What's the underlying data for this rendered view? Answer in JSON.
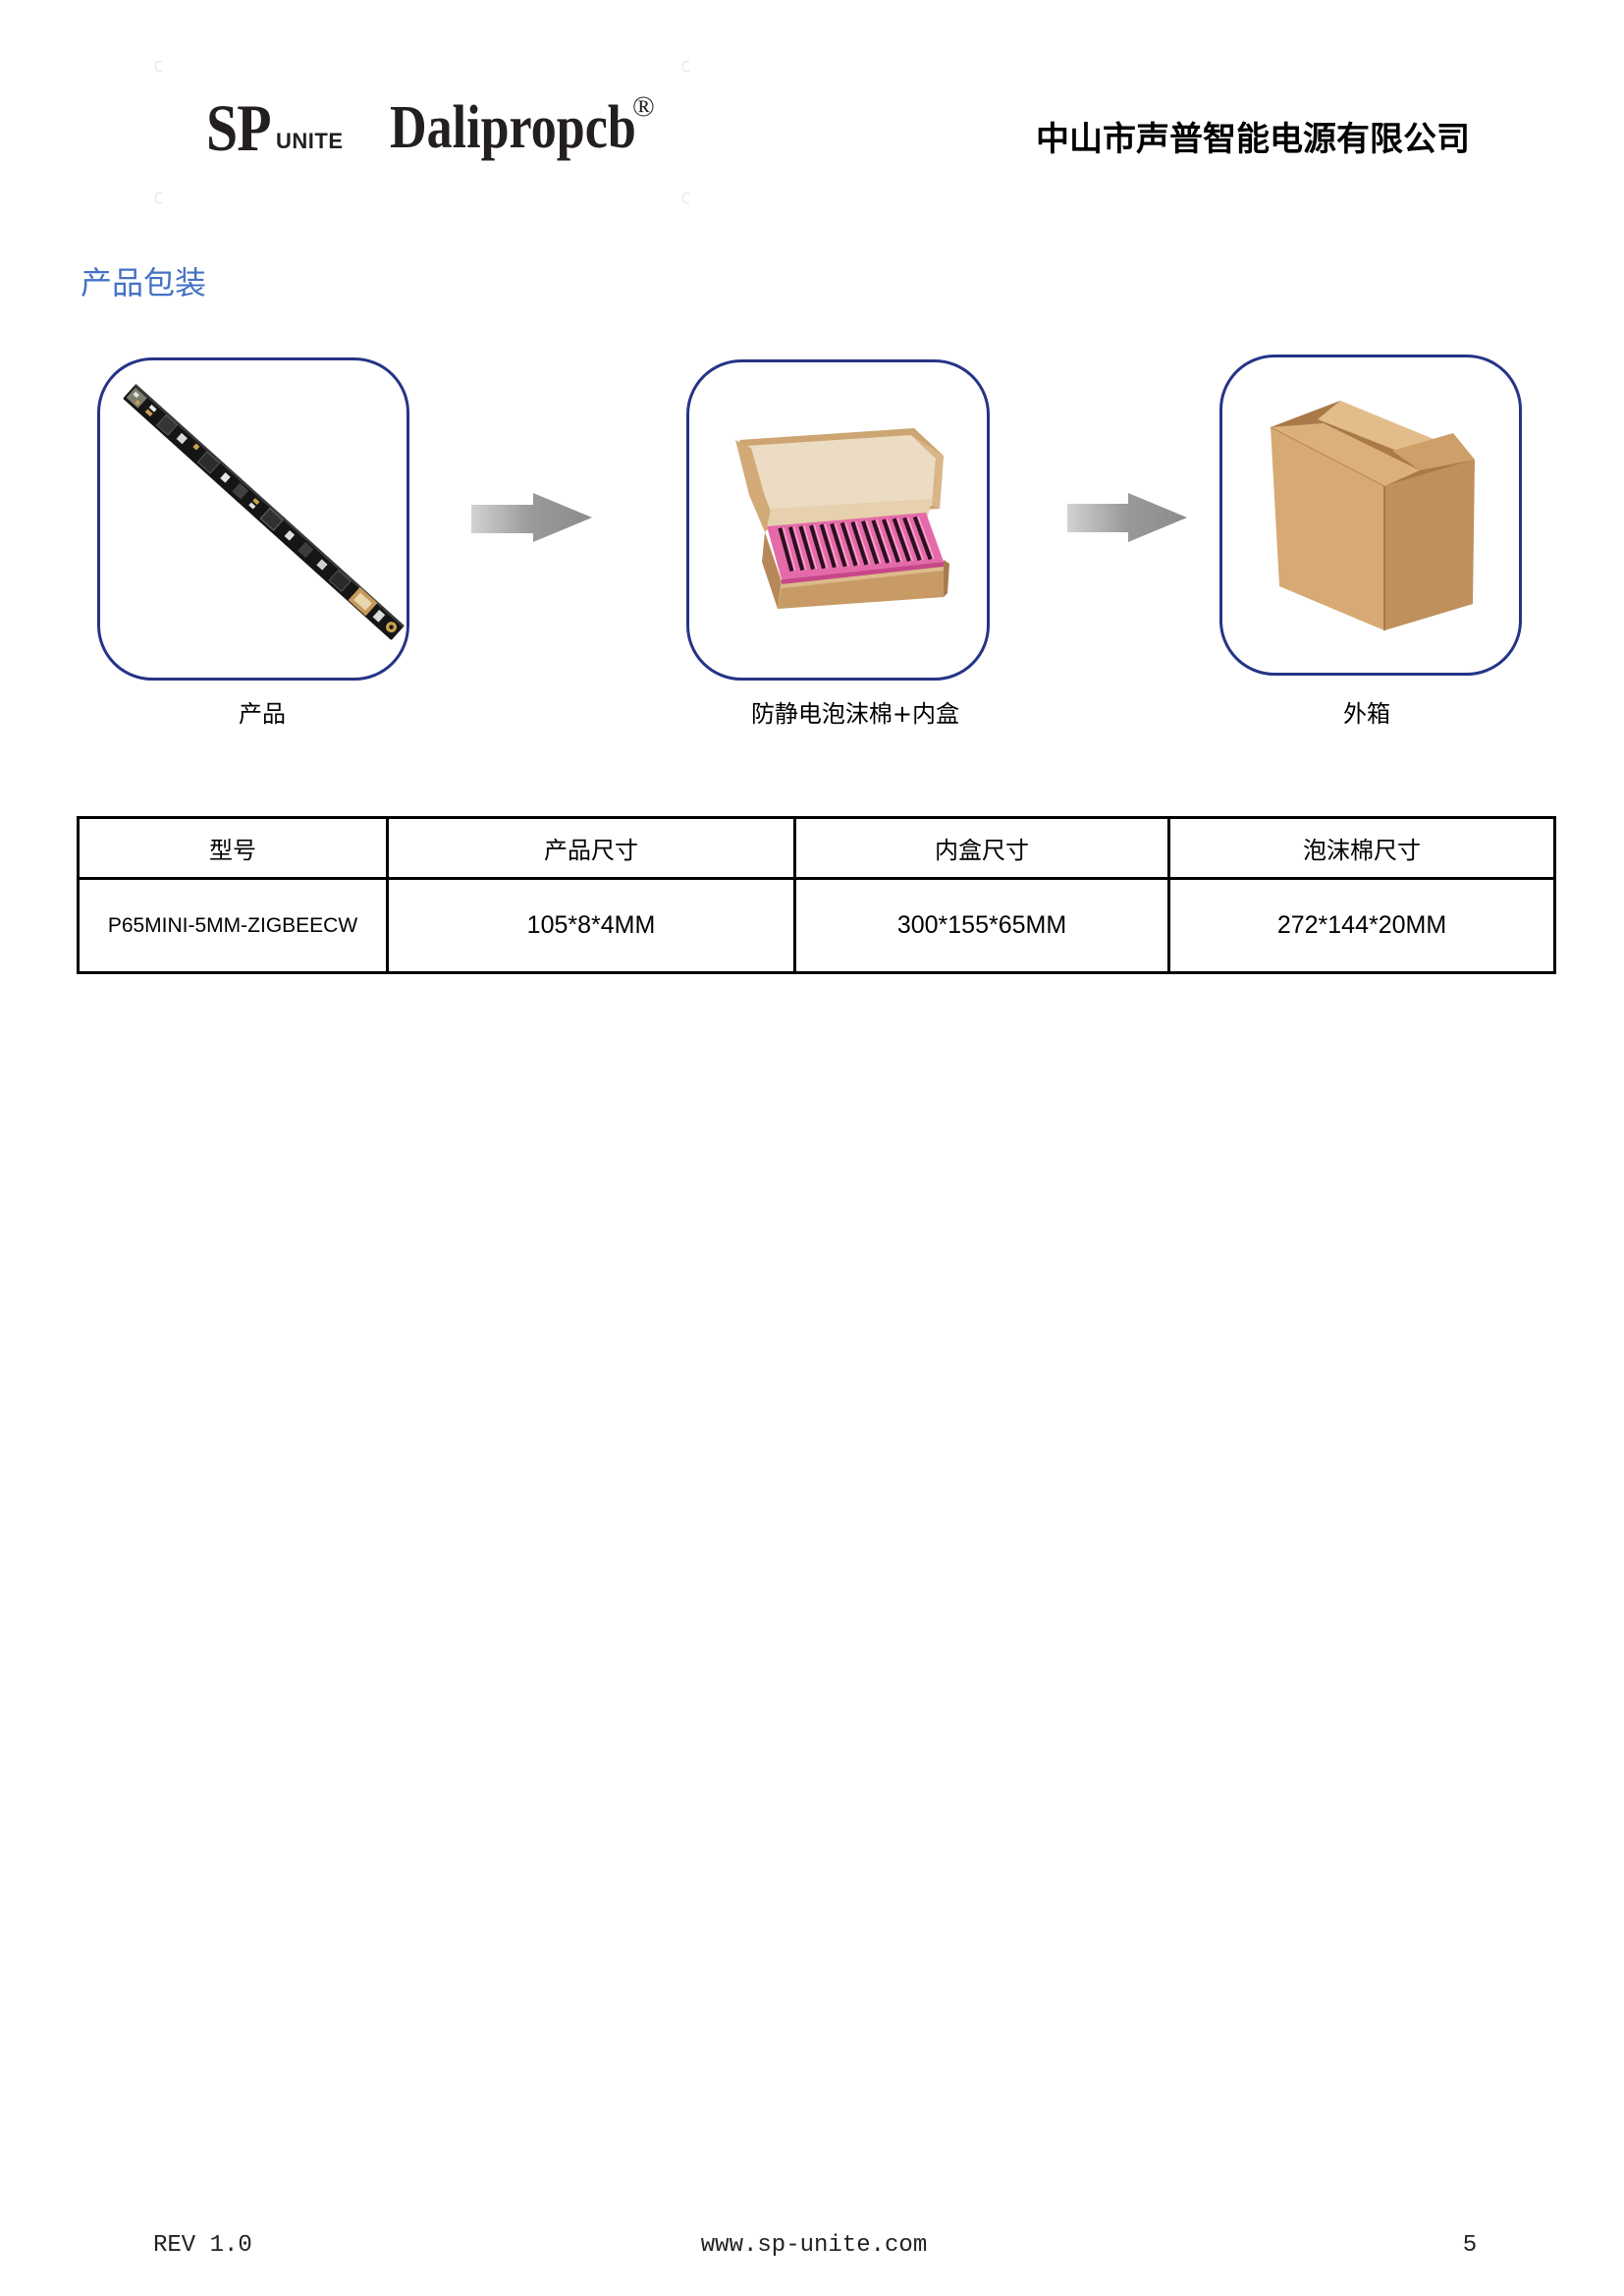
{
  "header": {
    "logo_sp": "SP",
    "logo_unite": "UNITE",
    "logo_brand": "Dalipropcb",
    "logo_registered": "®",
    "company_name": "中山市声普智能电源有限公司"
  },
  "section": {
    "title": "产品包装"
  },
  "packaging_steps": [
    {
      "label": "产品"
    },
    {
      "label": "防静电泡沫棉+内盒"
    },
    {
      "label": "外箱"
    }
  ],
  "table": {
    "headers": [
      "型号",
      "产品尺寸",
      "内盒尺寸",
      "泡沫棉尺寸"
    ],
    "rows": [
      [
        "P65MINI-5MM-ZIGBEECW",
        "105*8*4MM",
        "300*155*65MM",
        "272*144*20MM"
      ]
    ]
  },
  "footer": {
    "revision": "REV 1.0",
    "website": "www.sp-unite.com",
    "page_number": "5"
  },
  "icons": {
    "arrow": "right-arrow-icon"
  },
  "colors": {
    "section_title": "#4472c4",
    "frame_border": "#253487",
    "arrow": "#999999"
  }
}
